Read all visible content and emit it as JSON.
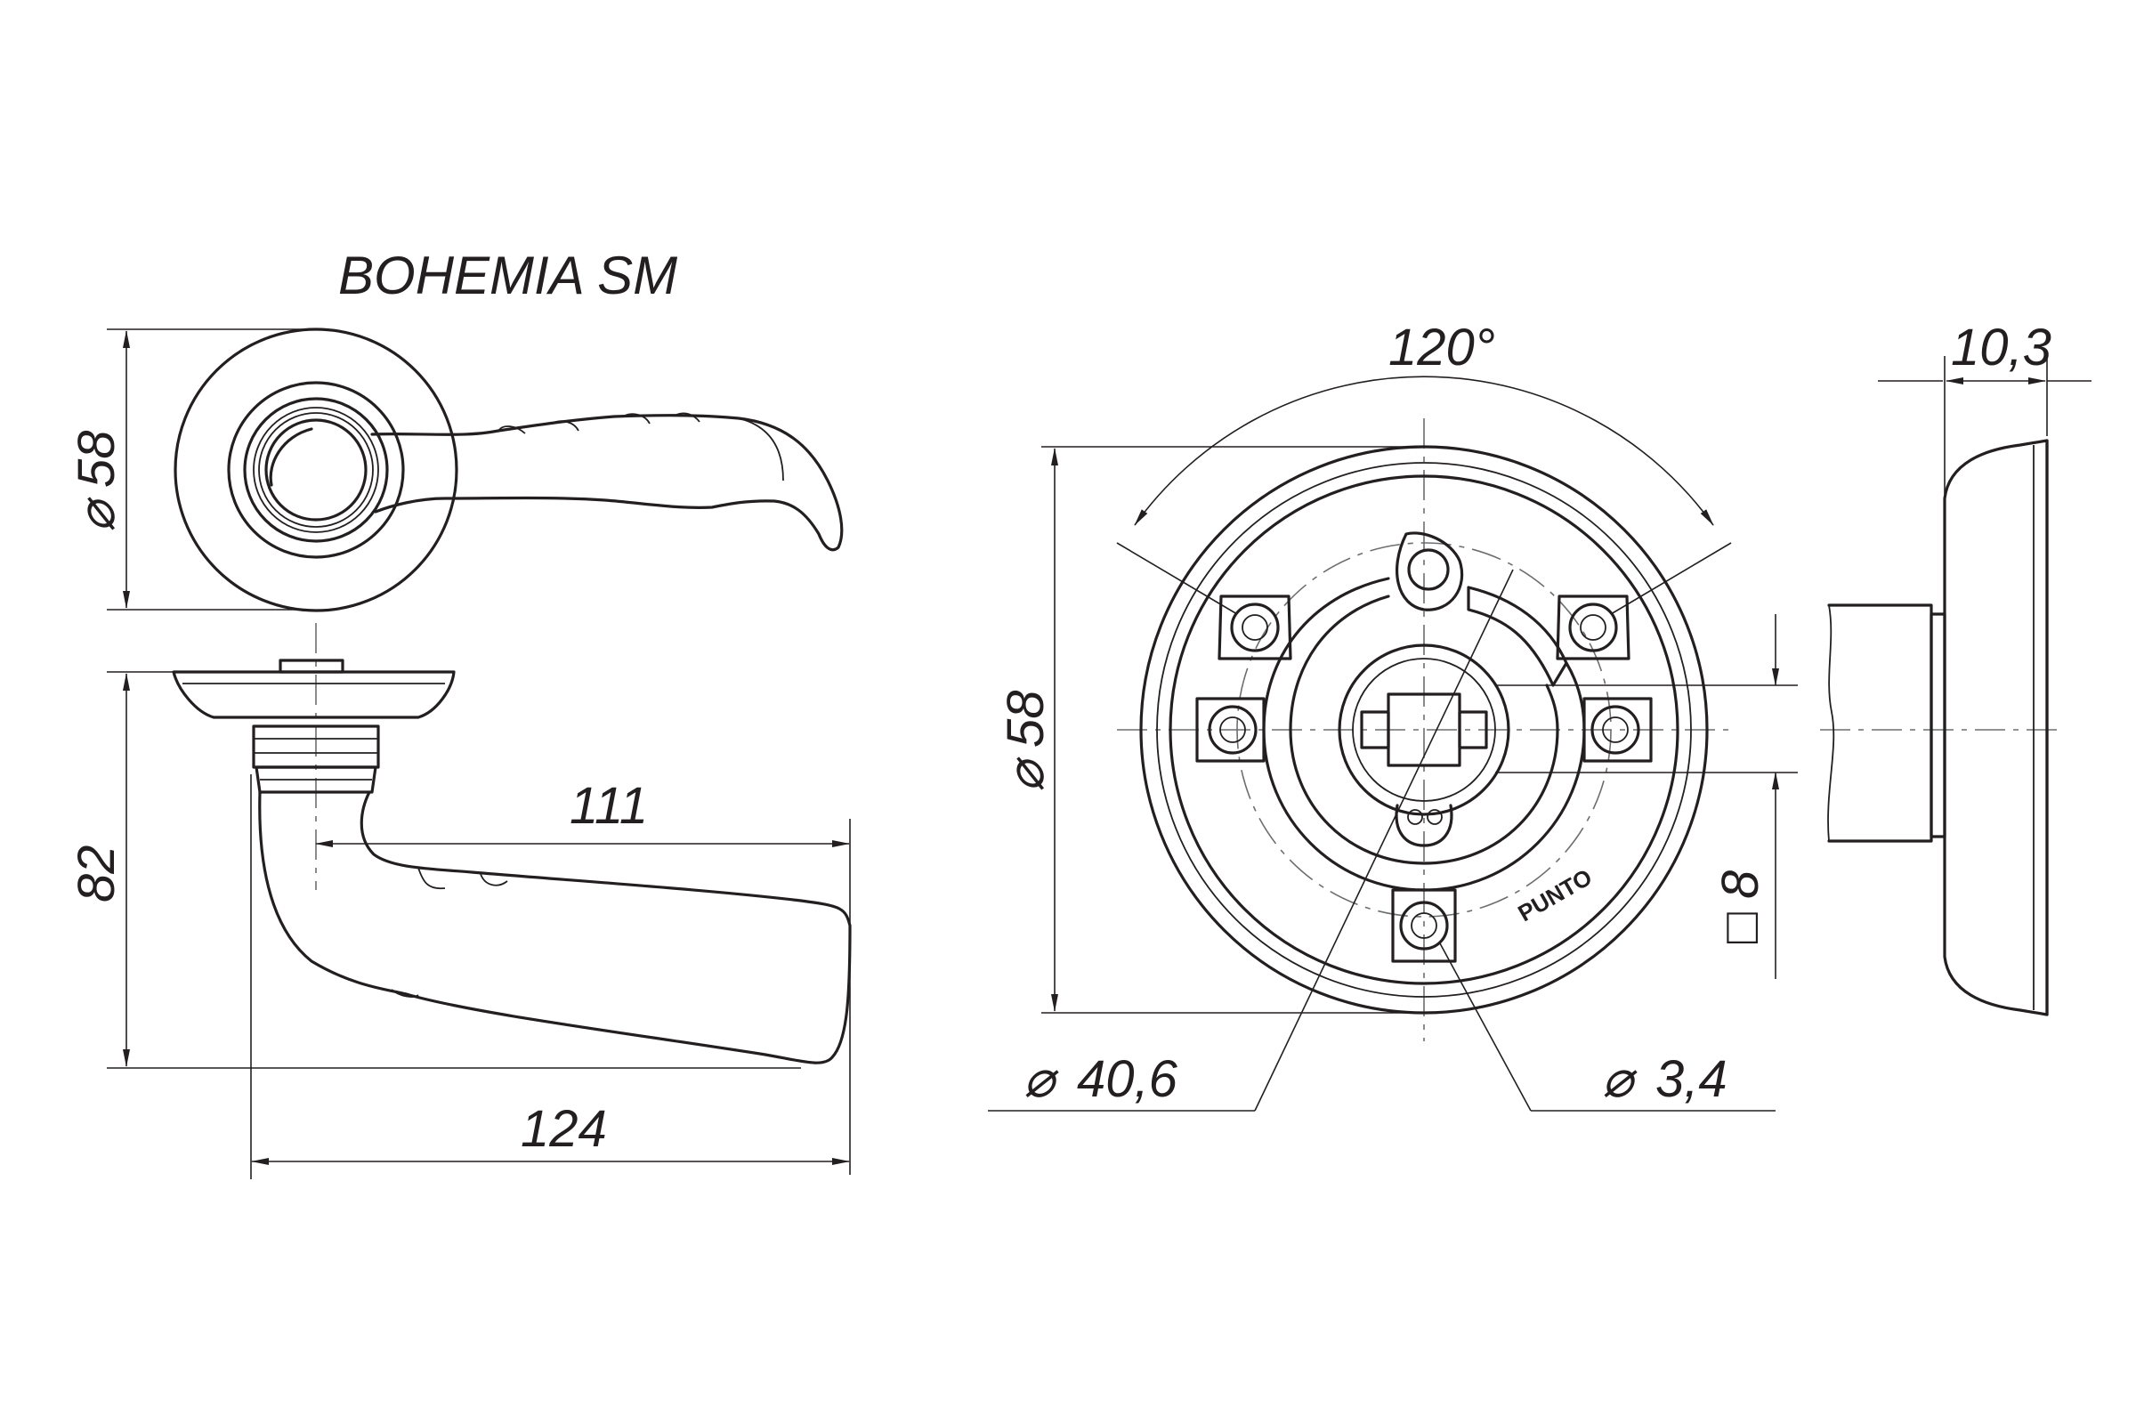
{
  "title": "BOHEMIA SM",
  "dimensions": {
    "rose_diameter_front": "58",
    "projection": "82",
    "lever_length": "111",
    "overall_length": "124",
    "fixing_angle": "120°",
    "rose_diameter": "58",
    "fixing_circle": "40,6",
    "fixing_hole": "3,4",
    "spindle_square": "8",
    "rose_thickness": "10,3"
  },
  "symbols": {
    "diameter": "⌀",
    "square": "□"
  },
  "brand_mark": "PUNTO",
  "colors": {
    "line": "#231f20",
    "axis": "#6d6e71",
    "background": "#ffffff"
  }
}
